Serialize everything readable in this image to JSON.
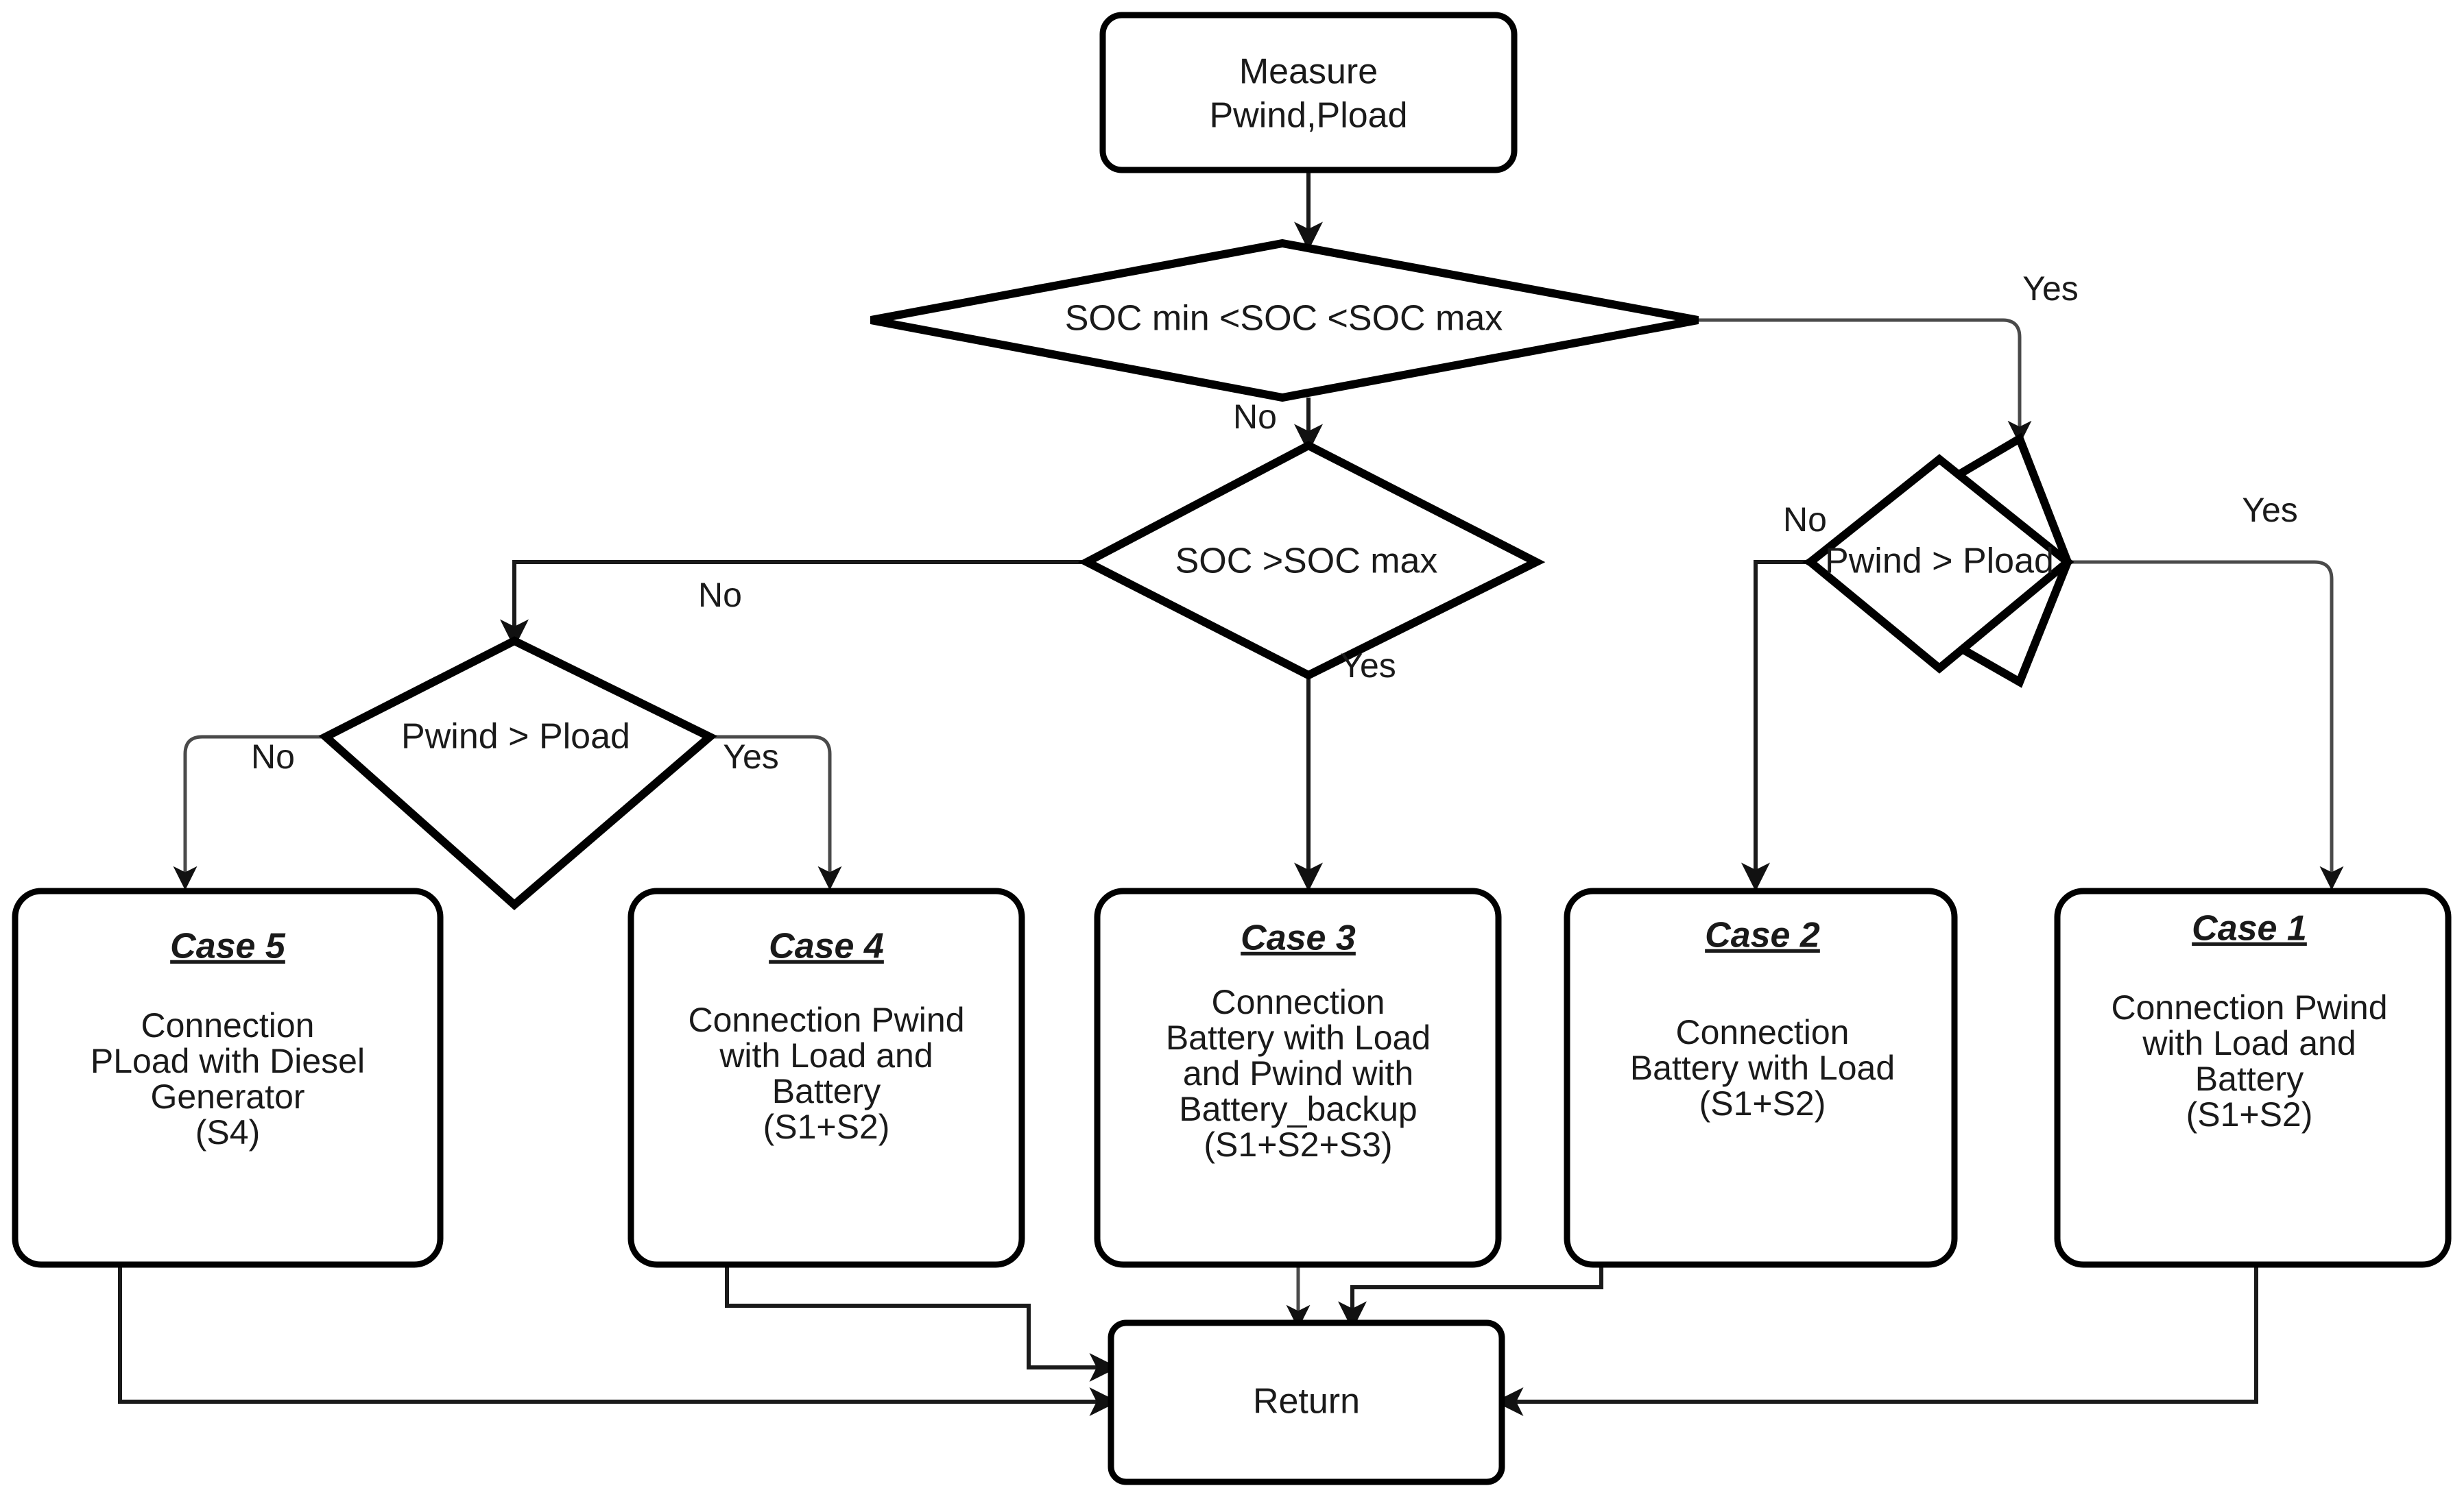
{
  "diagram": {
    "title": "Energy management decision flowchart",
    "type": "flowchart",
    "background_color": "#ffffff",
    "line_color": "#1a1a1a",
    "text_color": "#1a1a1a"
  },
  "nodes": {
    "start": {
      "shape": "rounded-rect",
      "line1": "Measure",
      "line2": "Pwind,Pload"
    },
    "decision_soc_range": {
      "shape": "diamond",
      "text": "SOC min <SOC <SOC max"
    },
    "decision_soc_max": {
      "shape": "diamond",
      "text": "SOC >SOC max"
    },
    "decision_power_left": {
      "shape": "diamond",
      "text": "Pwind > Pload"
    },
    "decision_power_right": {
      "shape": "diamond",
      "text": "Pwind > Pload"
    },
    "return": {
      "shape": "rounded-rect",
      "text": "Return"
    }
  },
  "cases": [
    {
      "id": "case5",
      "title": "Case 5",
      "body": [
        "Connection",
        "PLoad  with  Diesel",
        "Generator",
        "(S4)"
      ]
    },
    {
      "id": "case4",
      "title": "Case 4",
      "body": [
        "Connection Pwind",
        "with Load and",
        "Battery",
        "(S1+S2)"
      ]
    },
    {
      "id": "case3",
      "title": "Case 3",
      "body": [
        "Connection",
        "Battery with Load",
        "and  Pwind with",
        "Battery_backup",
        "(S1+S2+S3)"
      ]
    },
    {
      "id": "case2",
      "title": "Case 2",
      "body": [
        "Connection",
        "Battery with Load",
        "(S1+S2)"
      ]
    },
    {
      "id": "case1",
      "title": "Case 1",
      "body": [
        "Connection Pwind",
        "with Load and",
        "Battery",
        "(S1+S2)"
      ]
    }
  ],
  "edge_labels": {
    "soc_range_yes": "Yes",
    "soc_range_no": "No",
    "soc_max_no": "No",
    "soc_max_yes": "Yes",
    "power_left_no": "No",
    "power_left_yes": "Yes",
    "power_right_no": "No",
    "power_right_yes": "Yes"
  }
}
